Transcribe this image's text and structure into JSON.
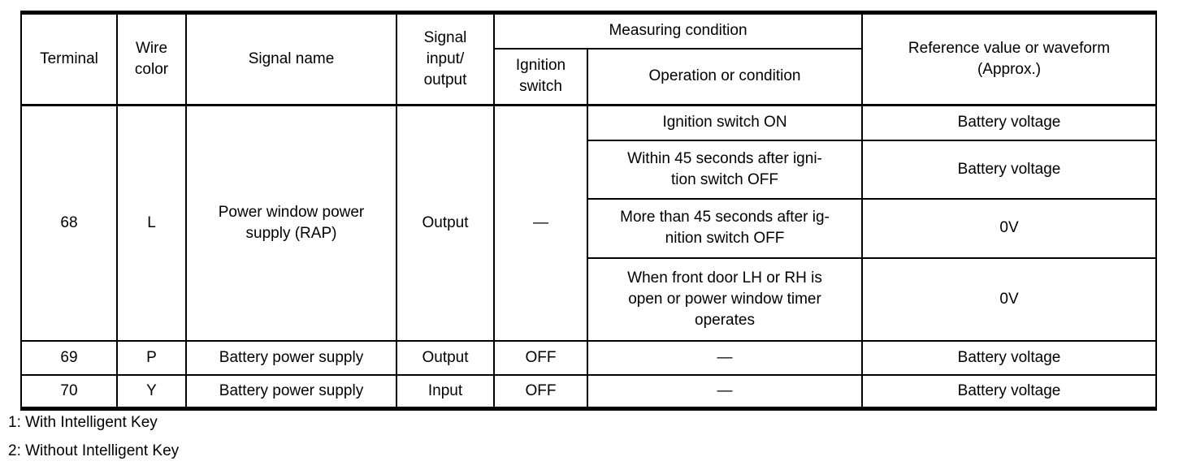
{
  "header": {
    "terminal": "Terminal",
    "wire_color": "Wire\ncolor",
    "signal_name": "Signal name",
    "signal_io": "Signal\ninput/\noutput",
    "measuring_condition": "Measuring condition",
    "ignition_switch": "Ignition\nswitch",
    "operation": "Operation or condition",
    "reference": "Reference value or waveform\n(Approx.)"
  },
  "rows": {
    "r68": {
      "terminal": "68",
      "wire_color": "L",
      "signal_name": "Power window power\nsupply (RAP)",
      "signal_io": "Output",
      "ignition_switch": "—",
      "conditions": [
        {
          "operation": "Ignition switch ON",
          "reference": "Battery voltage"
        },
        {
          "operation": "Within 45 seconds after igni-\ntion switch OFF",
          "reference": "Battery voltage"
        },
        {
          "operation": "More than 45 seconds after ig-\nnition switch OFF",
          "reference": "0V"
        },
        {
          "operation": "When front door LH or RH is\nopen or power window timer\noperates",
          "reference": "0V"
        }
      ]
    },
    "r69": {
      "terminal": "69",
      "wire_color": "P",
      "signal_name": "Battery power supply",
      "signal_io": "Output",
      "ignition_switch": "OFF",
      "operation": "—",
      "reference": "Battery voltage"
    },
    "r70": {
      "terminal": "70",
      "wire_color": "Y",
      "signal_name": "Battery power supply",
      "signal_io": "Input",
      "ignition_switch": "OFF",
      "operation": "—",
      "reference": "Battery voltage"
    }
  },
  "notes": [
    "1: With Intelligent Key",
    "2: Without Intelligent Key"
  ],
  "colors": {
    "text": "#000000",
    "border": "#000000",
    "background": "#ffffff"
  }
}
